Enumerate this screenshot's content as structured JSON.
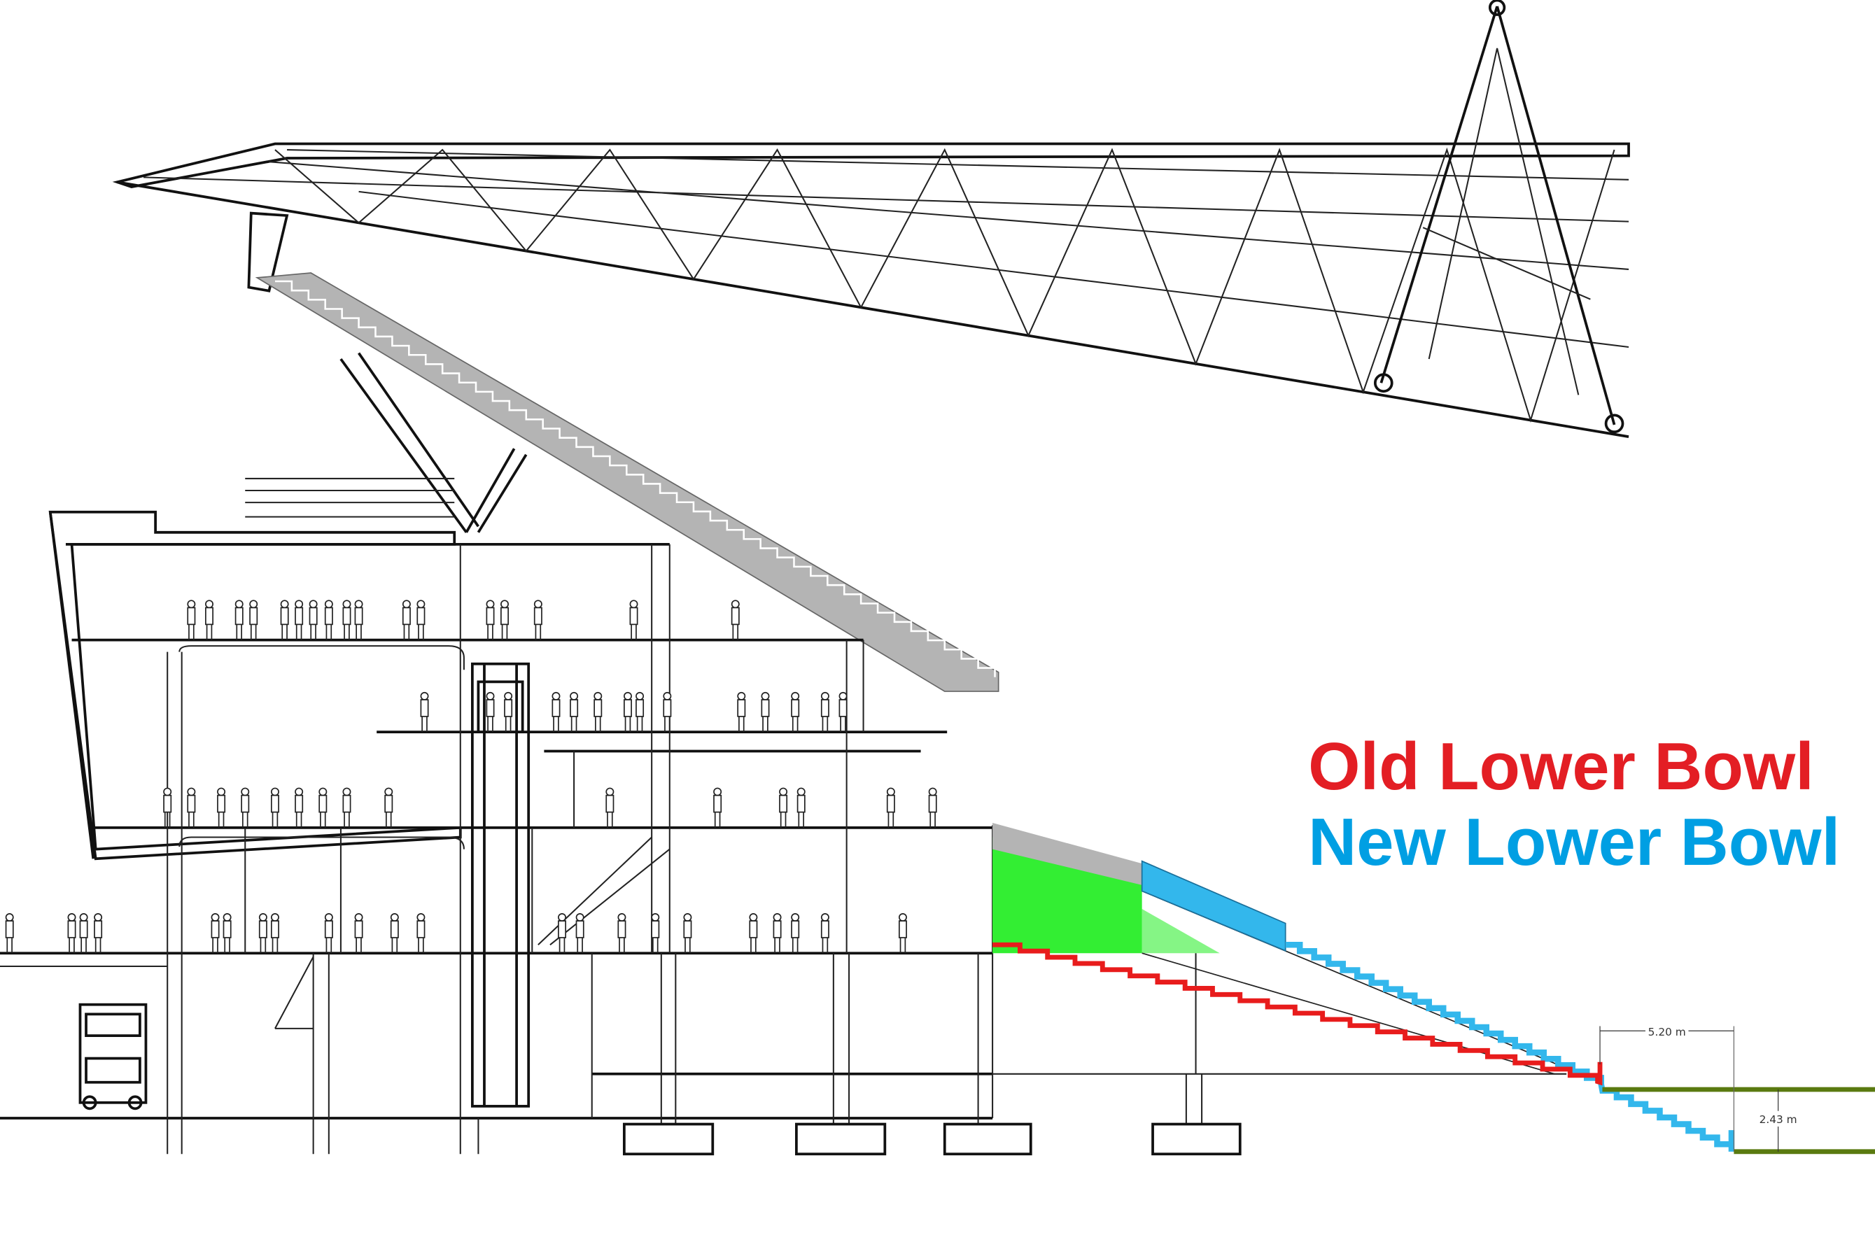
{
  "legend": {
    "old_label": "Old Lower Bowl",
    "new_label": "New Lower Bowl",
    "old_color": "#e31e24",
    "new_color": "#009fe3"
  },
  "dimensions": {
    "width_label": "5.20 m",
    "height_label": "2.43 m"
  },
  "colors": {
    "upper_tier": "#b4b4b4",
    "infill": "#33ee33",
    "pitch": "#5a7a10"
  }
}
